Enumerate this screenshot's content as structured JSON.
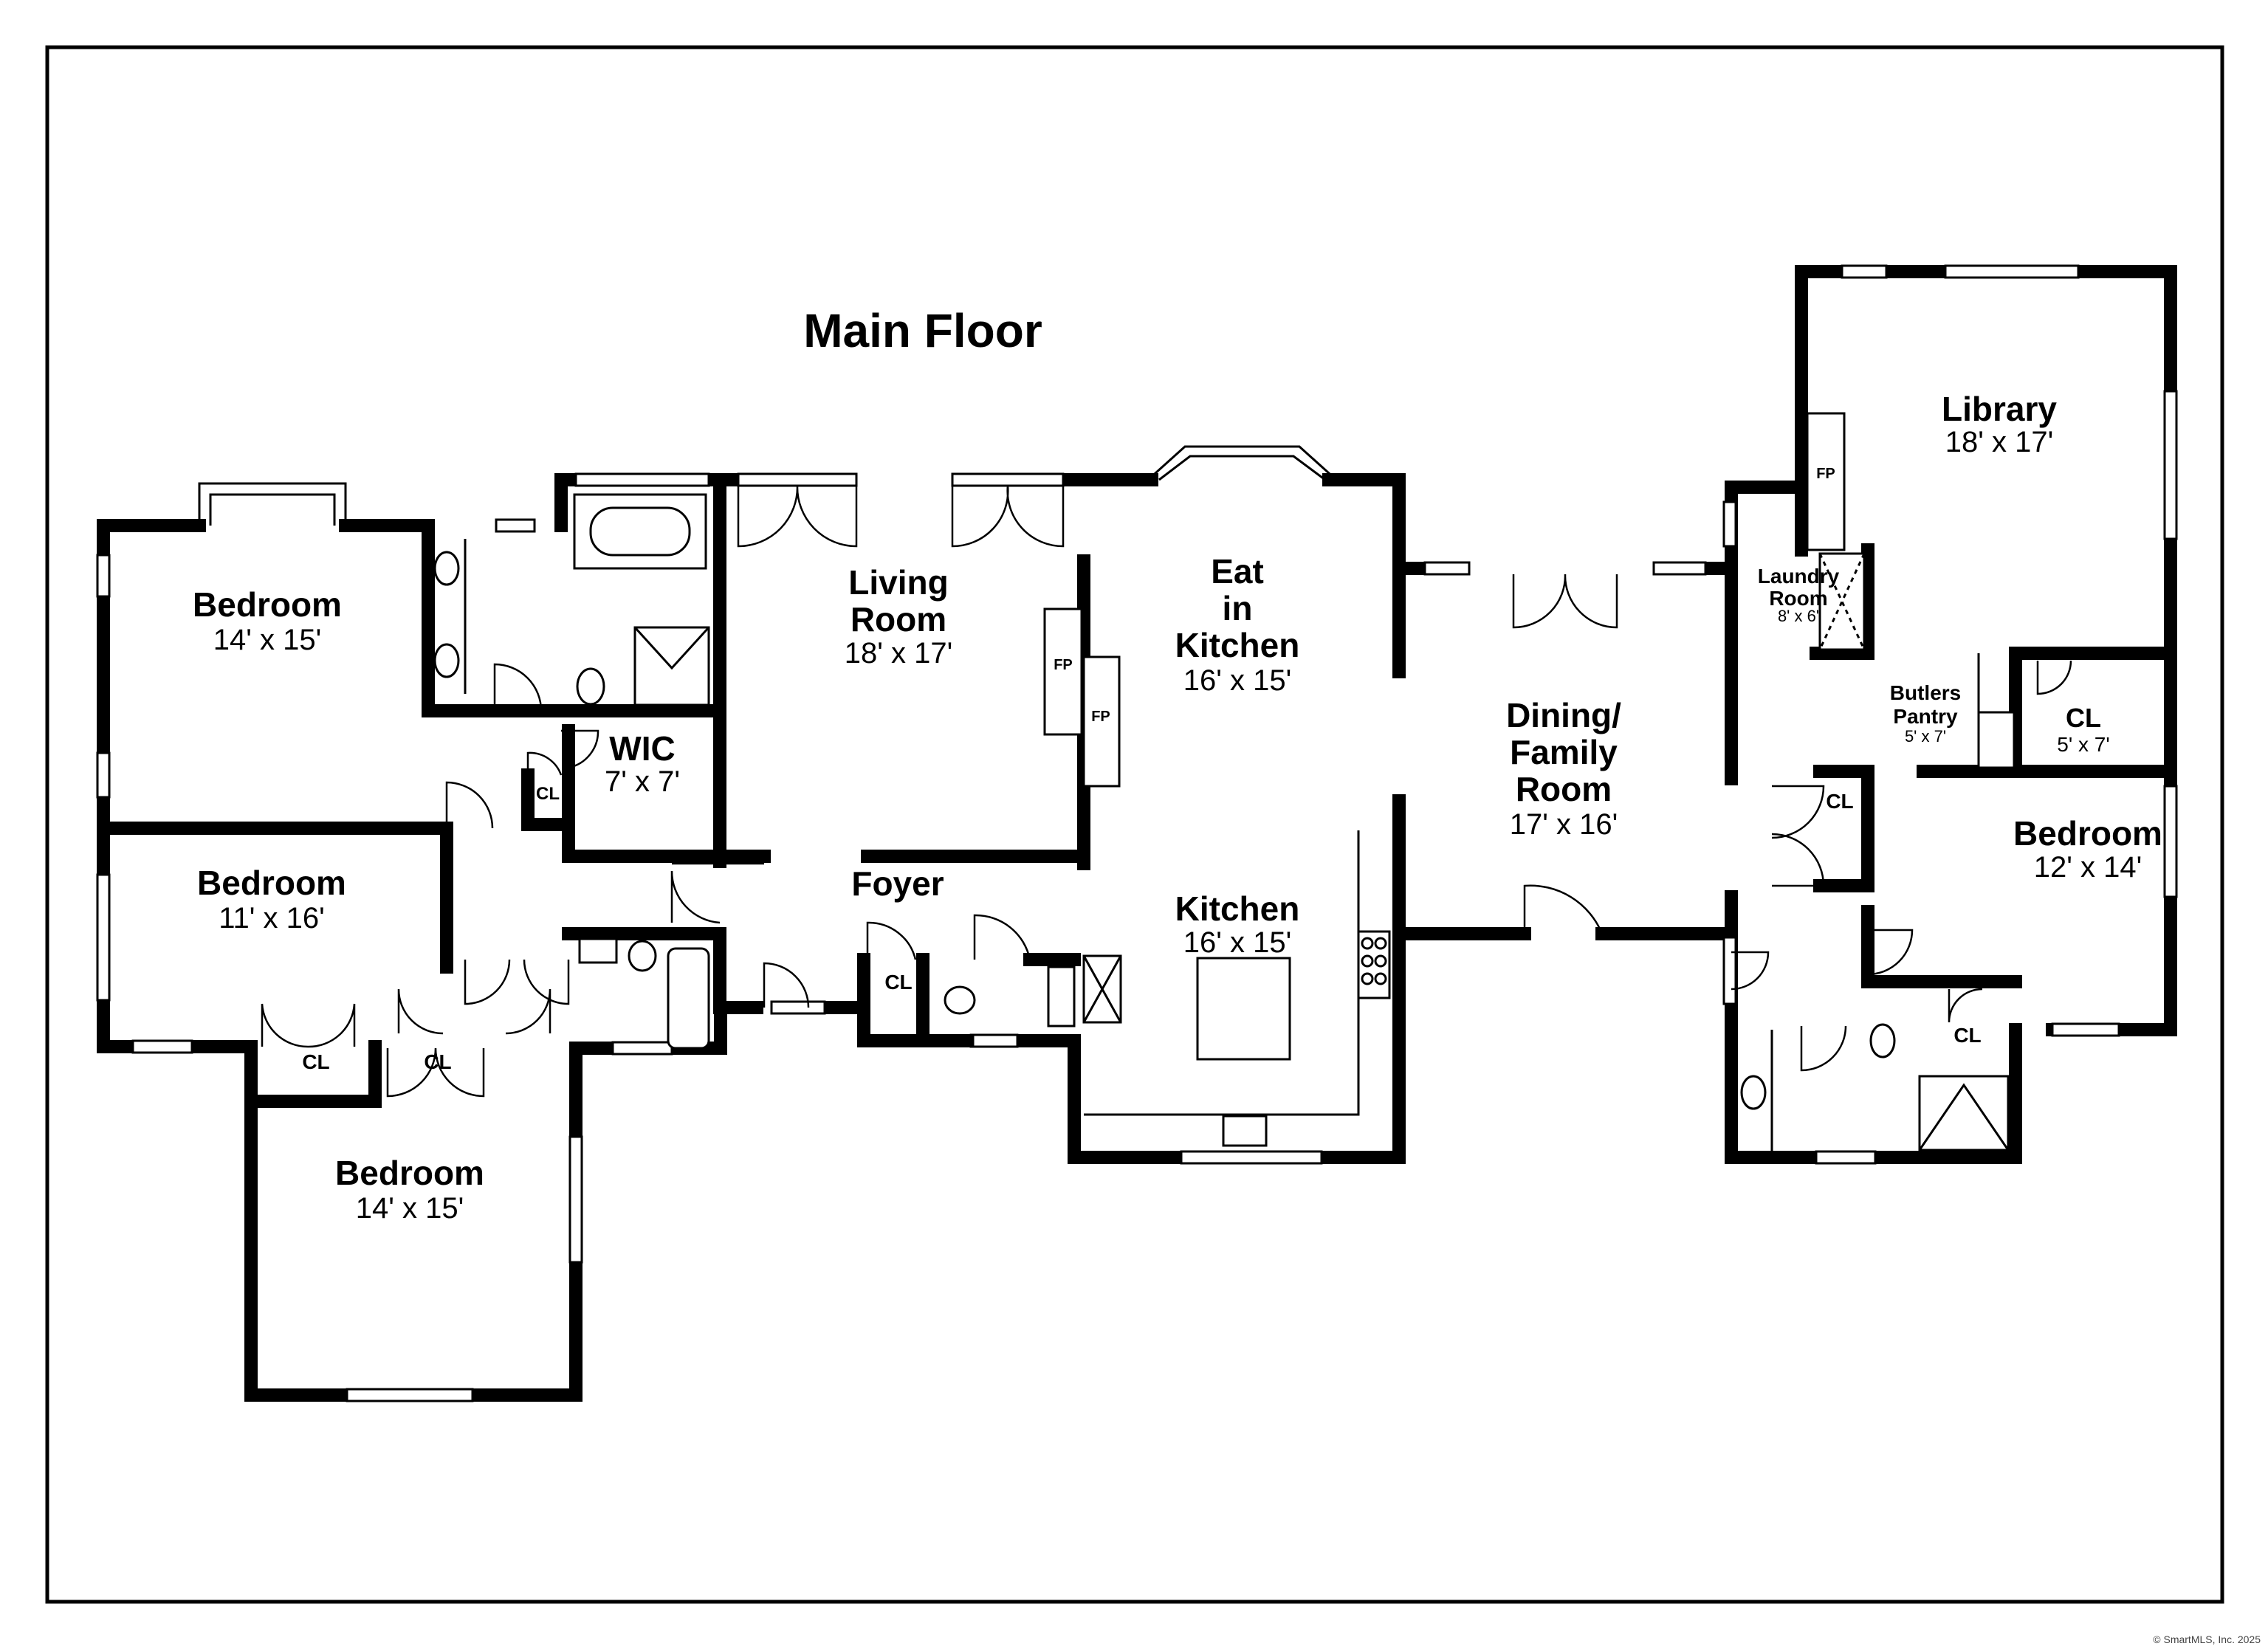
{
  "title": "Main Floor",
  "copyright": "© SmartMLS, Inc. 2025",
  "rooms": {
    "bedroom_nw": {
      "name": "Bedroom",
      "dims": "14' x 15'"
    },
    "bedroom_w": {
      "name": "Bedroom",
      "dims": "11' x 16'"
    },
    "bedroom_sw": {
      "name": "Bedroom",
      "dims": "14' x 15'"
    },
    "wic": {
      "name": "WIC",
      "dims": "7' x 7'"
    },
    "living": {
      "name_line1": "Living",
      "name_line2": "Room",
      "dims": "18' x 17'"
    },
    "eat_in_kitchen": {
      "name_line1": "Eat",
      "name_line2": "in",
      "name_line3": "Kitchen",
      "dims": "16' x 15'"
    },
    "kitchen": {
      "name": "Kitchen",
      "dims": "16' x 15'"
    },
    "foyer": {
      "name": "Foyer"
    },
    "dining": {
      "name_line1": "Dining/",
      "name_line2": "Family",
      "name_line3": "Room",
      "dims": "17' x 16'"
    },
    "library": {
      "name": "Library",
      "dims": "18' x 17'"
    },
    "laundry": {
      "name_line1": "Laundry",
      "name_line2": "Room",
      "dims": "8' x 6'"
    },
    "butlers": {
      "name_line1": "Butlers",
      "name_line2": "Pantry",
      "dims": "5' x 7'"
    },
    "cl_large": {
      "name": "CL",
      "dims": "5' x 7'"
    },
    "bedroom_e": {
      "name": "Bedroom",
      "dims": "12' x 14'"
    }
  },
  "closet_label": "CL",
  "fireplace_label": "FP"
}
